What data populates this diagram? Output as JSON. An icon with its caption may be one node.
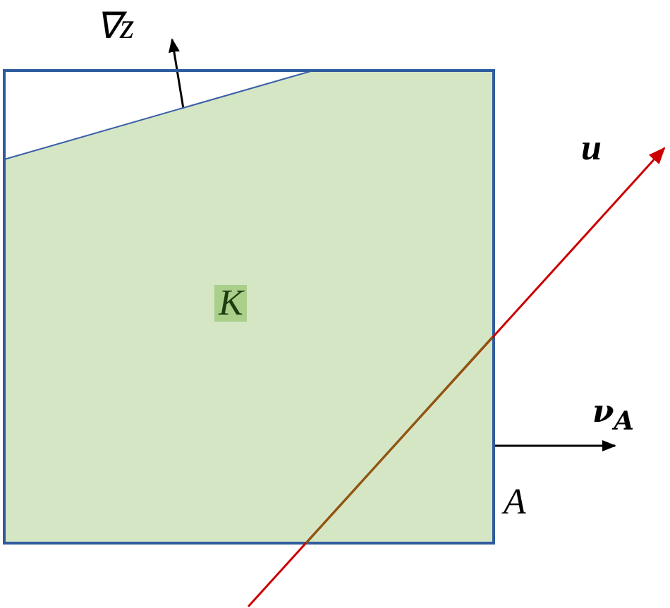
{
  "diagram": {
    "nodes": [
      {
        "text": [
          "K"
        ]
      }
    ],
    "labels": [
      "∇z",
      "u",
      "ν$_{A}$",
      "A"
    ]
  }
}
